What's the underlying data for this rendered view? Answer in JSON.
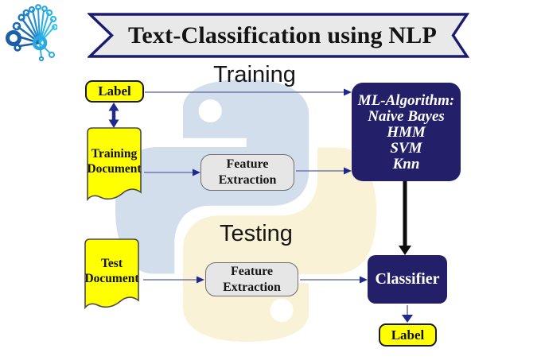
{
  "banner": {
    "title": "Text-Classification using NLP"
  },
  "section_labels": {
    "training": "Training",
    "testing": "Testing"
  },
  "nodes": {
    "label_top": {
      "text": "Label"
    },
    "training_document": {
      "line1": "Training",
      "line2": "Document"
    },
    "feature_extraction_top": {
      "line1": "Feature",
      "line2": "Extraction"
    },
    "ml_algorithm": {
      "heading": "ML-Algorithm:",
      "items": [
        "Naive Bayes",
        "HMM",
        "SVM",
        "Knn"
      ]
    },
    "test_document": {
      "line1": "Test",
      "line2": "Document"
    },
    "feature_extraction_bottom": {
      "line1": "Feature",
      "line2": "Extraction"
    },
    "classifier": {
      "text": "Classifier"
    },
    "label_bottom": {
      "text": "Label"
    }
  },
  "icons": {
    "logo": "brain-circuit-logo",
    "watermark": "python-logo-watermark"
  },
  "colors": {
    "node_navy": "#232069",
    "node_yellow": "#ffff00",
    "node_gray": "#e6e6e6",
    "node_gray_border": "#6f6f6f",
    "doc_border": "#4a4a4a",
    "arrow_line": "#7079ae",
    "arrow_head": "#202a8c",
    "arrow_black": "#0d0d0d",
    "banner_fill": "#e9e9e9",
    "banner_border": "#1b1b70",
    "watermark_blue": "#d2deec",
    "watermark_yellow": "#faf2d6",
    "logo_blue_dark": "#1b5fa8",
    "logo_blue_light": "#29abe2",
    "text_dark": "#141414"
  }
}
